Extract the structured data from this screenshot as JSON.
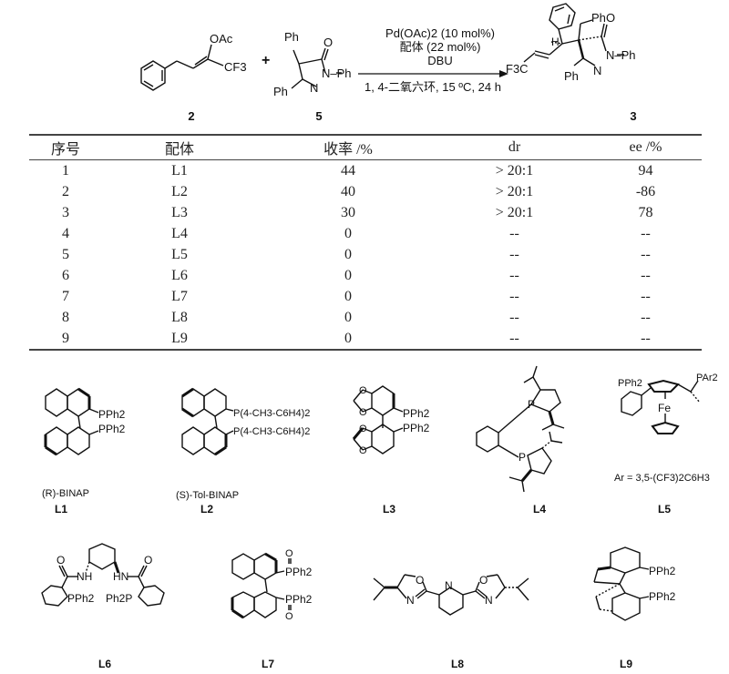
{
  "scheme": {
    "reactant_1": {
      "id": "2",
      "substituents": [
        "OAc",
        "CF3"
      ]
    },
    "plus": "+",
    "reactant_2": {
      "id": "5",
      "substituents": [
        "Ph",
        "O",
        "N–Ph",
        "Ph",
        "N"
      ]
    },
    "conditions": {
      "line1": "Pd(OAc)2 (10 mol%)",
      "line2": "配体 (22 mol%)",
      "line3": "DBU",
      "line4": "1, 4-二氧六环, 15 ºC, 24 h"
    },
    "product": {
      "id": "3",
      "substituents": [
        "Ph",
        "O",
        "N–Ph",
        "Ph",
        "N",
        "H",
        "F3C"
      ]
    }
  },
  "table": {
    "headers": [
      "序号",
      "配体",
      "收率 /%",
      "dr",
      "ee /%"
    ],
    "rows": [
      [
        "1",
        "L1",
        "44",
        "> 20:1",
        "94"
      ],
      [
        "2",
        "L2",
        "40",
        "> 20:1",
        "-86"
      ],
      [
        "3",
        "L3",
        "30",
        "> 20:1",
        "78"
      ],
      [
        "4",
        "L4",
        "0",
        "--",
        "--"
      ],
      [
        "5",
        "L5",
        "0",
        "--",
        "--"
      ],
      [
        "6",
        "L6",
        "0",
        "--",
        "--"
      ],
      [
        "7",
        "L7",
        "0",
        "--",
        "--"
      ],
      [
        "8",
        "L8",
        "0",
        "--",
        "--"
      ],
      [
        "9",
        "L9",
        "0",
        "--",
        "--"
      ]
    ]
  },
  "ligands": [
    {
      "id": "L1",
      "name": "(R)-BINAP",
      "groups": [
        "PPh2",
        "PPh2"
      ]
    },
    {
      "id": "L2",
      "name": "(S)-Tol-BINAP",
      "groups": [
        "P(4-CH3-C6H4)2",
        "P(4-CH3-C6H4)2"
      ]
    },
    {
      "id": "L3",
      "name": "",
      "groups": [
        "PPh2",
        "PPh2",
        "O",
        "O",
        "O",
        "O"
      ]
    },
    {
      "id": "L4",
      "name": "",
      "groups": [
        "P",
        "P"
      ]
    },
    {
      "id": "L5",
      "name": "",
      "groups": [
        "PPh2",
        "PAr2",
        "Fe"
      ],
      "note": "Ar = 3,5-(CF3)2C6H3"
    },
    {
      "id": "L6",
      "name": "",
      "groups": [
        "O",
        "O",
        "NH",
        "HN",
        "PPh2",
        "Ph2P"
      ]
    },
    {
      "id": "L7",
      "name": "",
      "groups": [
        "O",
        "PPh2",
        "PPh2",
        "O"
      ]
    },
    {
      "id": "L8",
      "name": "",
      "groups": [
        "O",
        "N",
        "N",
        "O",
        "N"
      ]
    },
    {
      "id": "L9",
      "name": "",
      "groups": [
        "PPh2",
        "PPh2"
      ]
    }
  ]
}
